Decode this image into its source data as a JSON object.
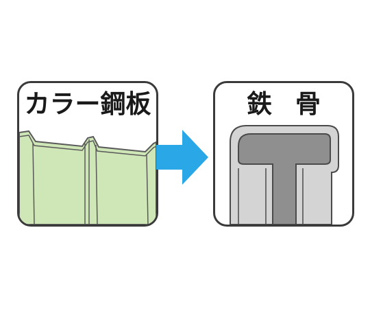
{
  "left_panel": {
    "label": "カラー鋼板",
    "icon": "corrugated-steel-sheet",
    "fill_color": "#cfe6b7",
    "line_color": "#5a5a5a"
  },
  "right_panel": {
    "label": "鉄骨",
    "icon": "steel-beam-section",
    "fill_color": "#d4d4d4",
    "web_color": "#8f8f8f",
    "line_color": "#4a4a4a"
  },
  "arrow": {
    "icon": "right-arrow",
    "color": "#2aa7e6"
  }
}
